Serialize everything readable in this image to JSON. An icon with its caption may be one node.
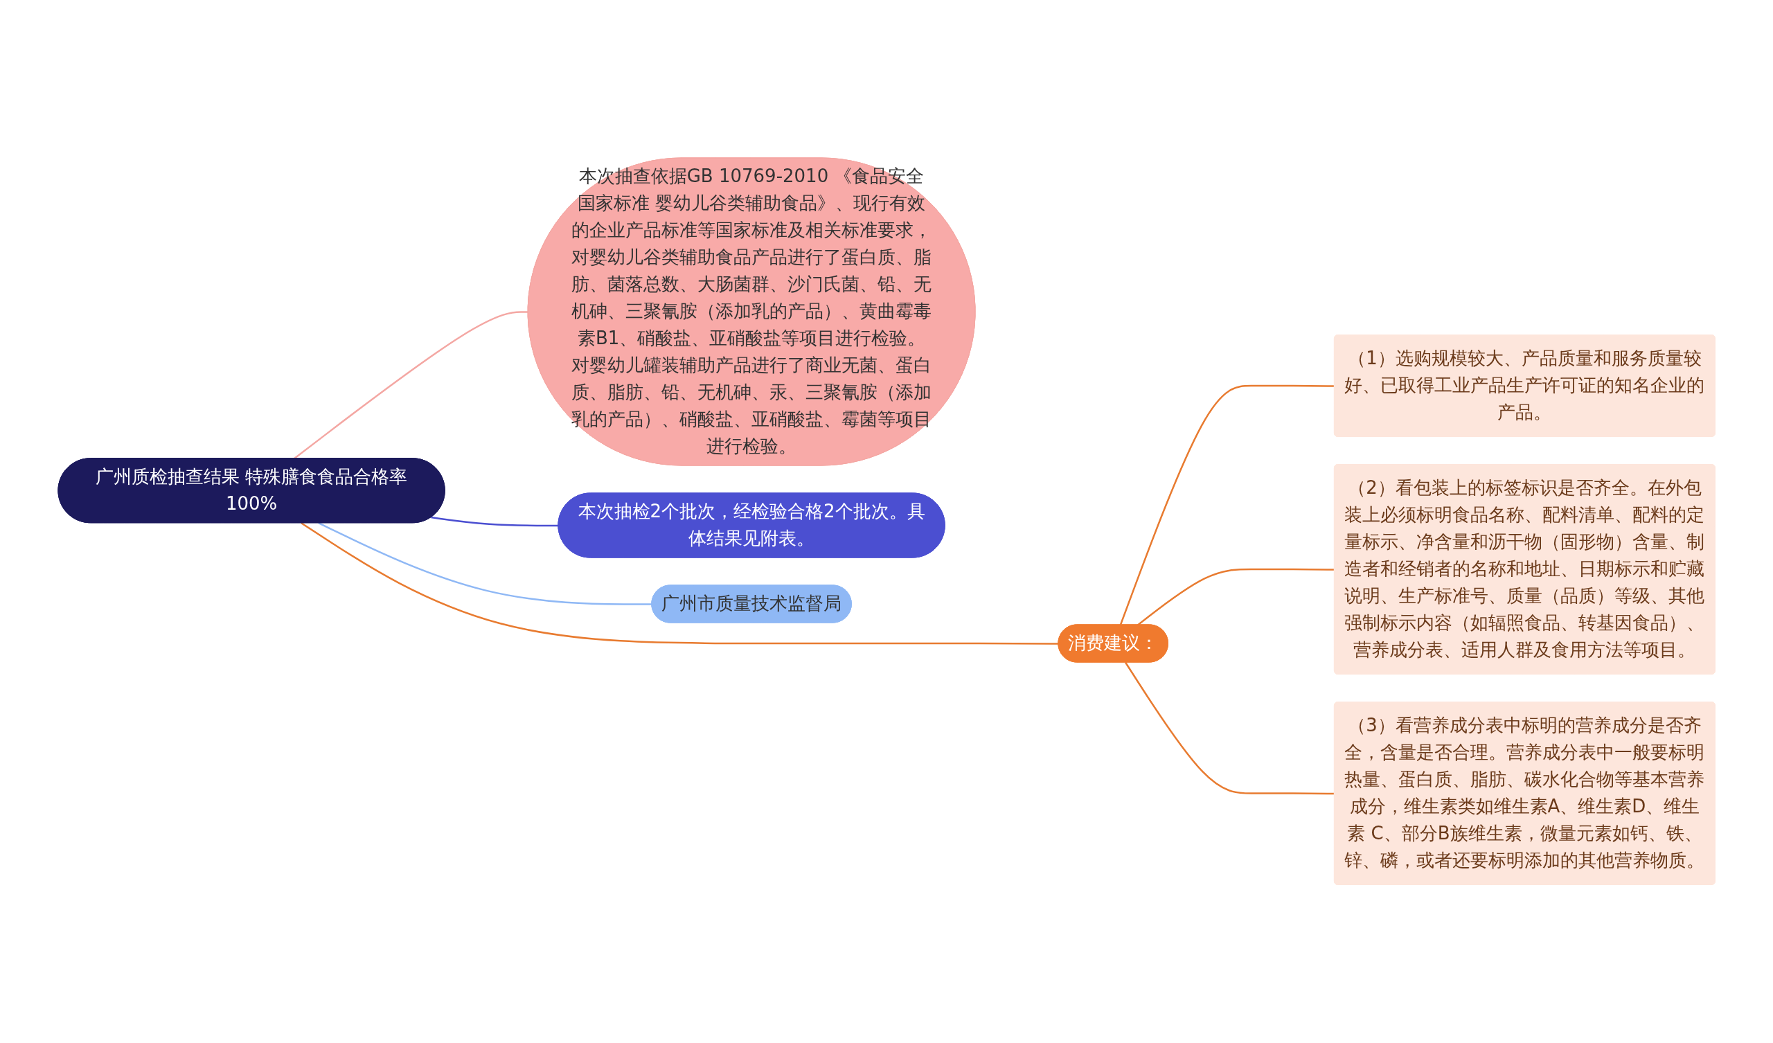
{
  "diagram": {
    "nodes": [
      {
        "text": [
          "广州质检抽查结果 特殊膳食食品合格率100%"
        ]
      },
      {
        "text": [
          "本次抽查依据GB 10769-2010 《食品安全国家标准 婴幼儿谷类辅助食品》、现行有效的企业产品标准等国家标准及相关标准要求，对婴幼儿谷类辅助食品产品进行了蛋白质、脂肪、菌落总数、大肠菌群、沙门氏菌、铅、无机砷、三聚氰胺（添加乳的产品）、黄曲霉毒素B1、硝酸盐、亚硝酸盐等项目进行检验。对婴幼儿罐装辅助产品进行了商业无菌、蛋白质、脂肪、铅、无机砷、汞、三聚氰胺（添加乳的产品）、硝酸盐、亚硝酸盐、霉菌等项目进行检验。"
        ]
      },
      {
        "text": [
          "本次抽检2个批次，经检验合格2个批次。具体结果见附表。"
        ]
      },
      {
        "text": [
          "广州市质量技术监督局"
        ]
      },
      {
        "text": [
          "消费建议："
        ]
      },
      {
        "text": [
          "（1）选购规模较大、产品质量和服务质量较好、已取得工业产品生产许可证的知名企业的产品。"
        ]
      },
      {
        "text": [
          "（2）看包装上的标签标识是否齐全。在外包装上必须标明食品名称、配料清单、配料的定量标示、净含量和沥干物（固形物）含量、制造者和经销者的名称和地址、日期标示和贮藏说明、生产标准号、质量（品质）等级、其他强制标示内容（如辐照食品、转基因食品）、营养成分表、适用人群及食用方法等项目。"
        ]
      },
      {
        "text": [
          "（3）看营养成分表中标明的营养成分是否齐全，含量是否合理。营养成分表中一般要标明热量、蛋白质、脂肪、碳水化合物等基本营养成分，维生素类如维生素A、维生素D、维生素 C、部分B族维生素，微量元素如钙、铁、锌、磷，或者还要标明添加的其他营养物质。"
        ]
      }
    ],
    "edges": [
      {
        "from": 0,
        "to": 1,
        "arrow": "none",
        "color": "#f4a7a3"
      },
      {
        "from": 0,
        "to": 2,
        "arrow": "none",
        "color": "#4b4fd1"
      },
      {
        "from": 0,
        "to": 3,
        "arrow": "none",
        "color": "#8fb8f5"
      },
      {
        "from": 0,
        "to": 4,
        "arrow": "none"
      },
      {
        "from": 4,
        "to": 5,
        "arrow": "none"
      },
      {
        "from": 4,
        "to": 6,
        "arrow": "none"
      },
      {
        "from": 4,
        "to": 7,
        "arrow": "none"
      }
    ]
  }
}
